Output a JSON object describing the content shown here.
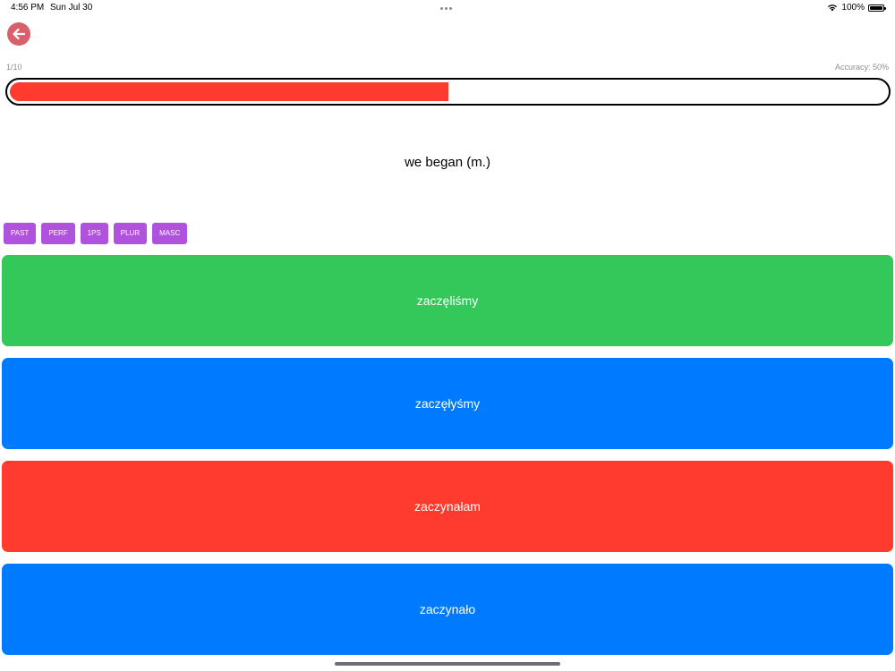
{
  "status_bar": {
    "time": "4:56 PM",
    "date": "Sun Jul 30",
    "battery_percent": "100%",
    "icons": [
      "wifi-icon",
      "battery-icon"
    ]
  },
  "nav": {
    "back_icon": "arrow-left-icon",
    "back_color": "#d9606a"
  },
  "progress": {
    "count": "1/10",
    "accuracy": "Accuracy: 50%",
    "fill_fraction": 0.5,
    "fill_color": "#ff3b30"
  },
  "prompt": "we began (m.)",
  "tags": [
    "PAST",
    "PERF",
    "1PS",
    "PLUR",
    "MASC"
  ],
  "tag_color": "#af52de",
  "answers": [
    {
      "text": "zaczęliśmy",
      "color": "#34c759"
    },
    {
      "text": "zaczęłyśmy",
      "color": "#007aff"
    },
    {
      "text": "zaczynałam",
      "color": "#ff3b30"
    },
    {
      "text": "zaczynało",
      "color": "#007aff"
    }
  ]
}
